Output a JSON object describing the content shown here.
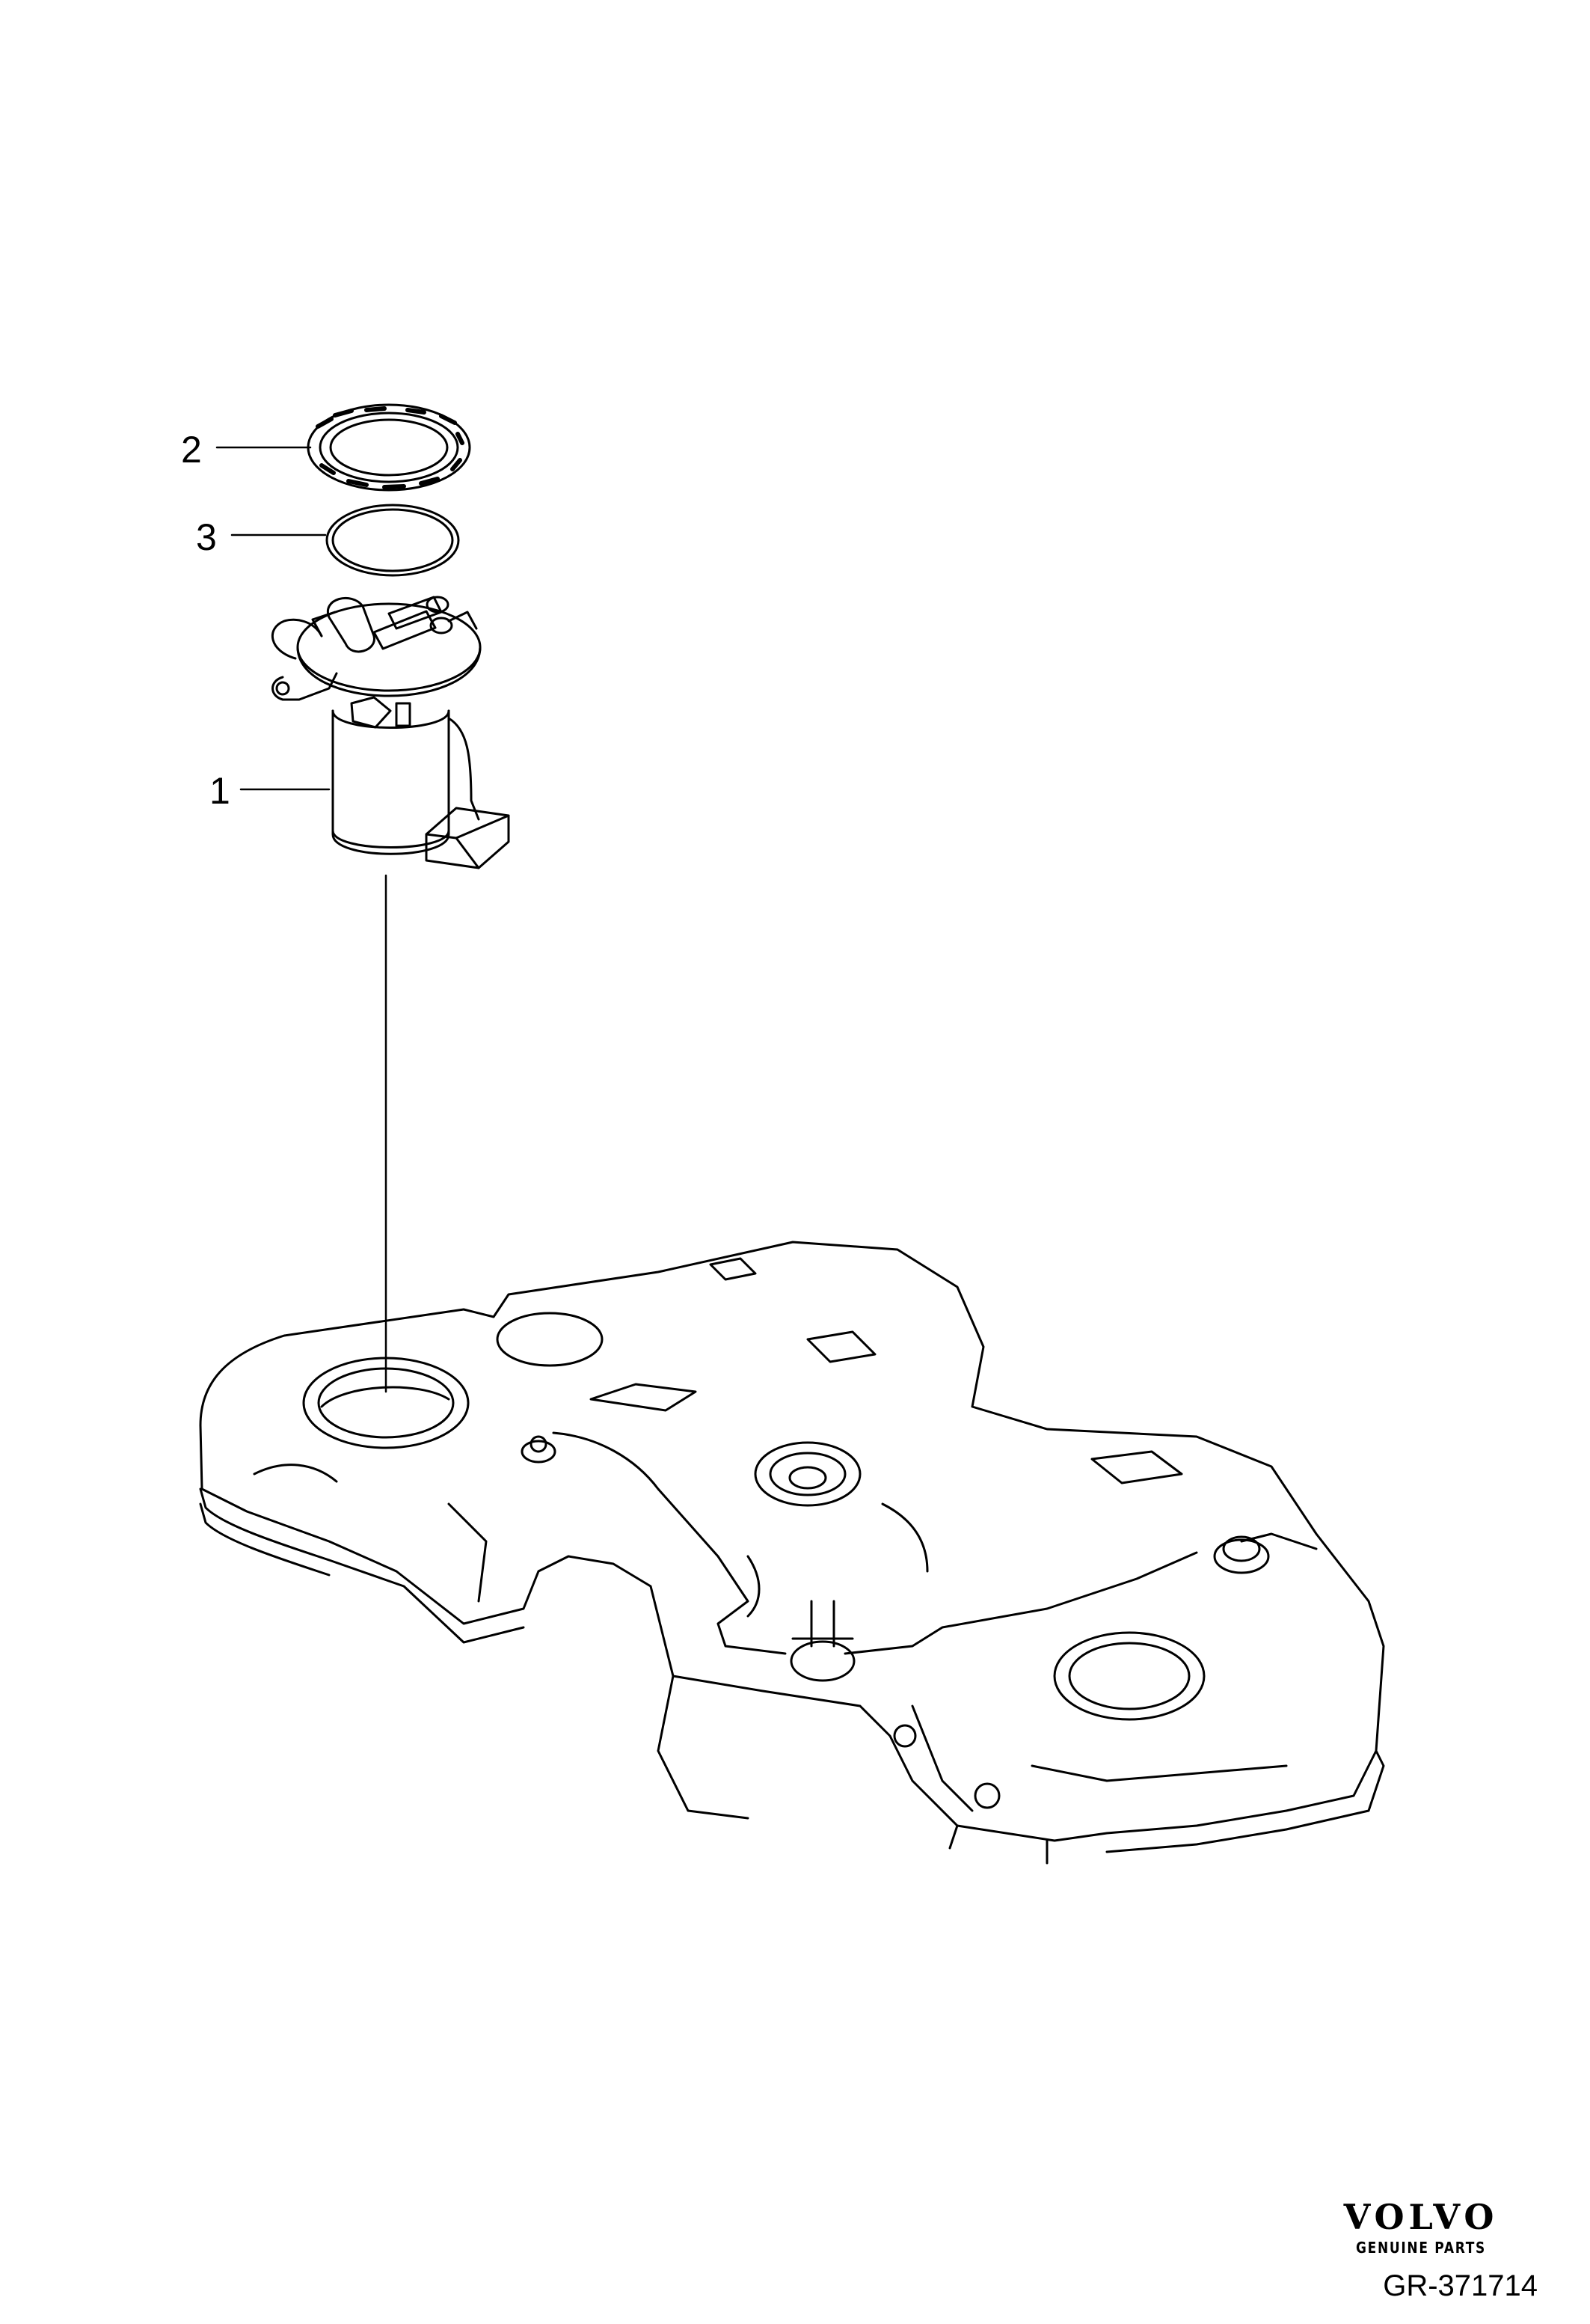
{
  "callouts": {
    "part_1": "1",
    "part_2": "2",
    "part_3": "3"
  },
  "brand": {
    "name": "VOLVO",
    "tagline": "GENUINE PARTS"
  },
  "figure_code": "GR-371714",
  "colors": {
    "line": "#000000",
    "background": "#ffffff"
  }
}
